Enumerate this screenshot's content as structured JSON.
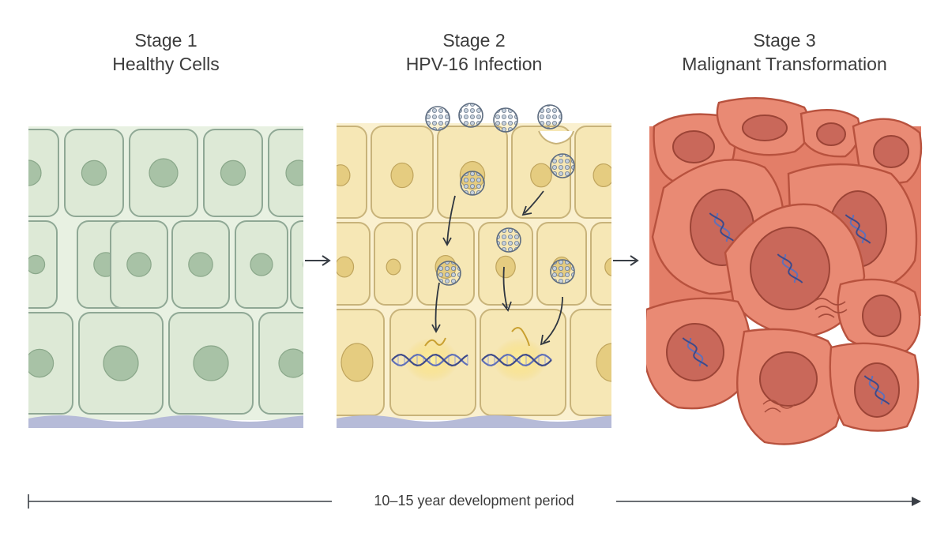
{
  "stages": [
    {
      "number_label": "Stage 1",
      "name": "Healthy Cells"
    },
    {
      "number_label": "Stage 2",
      "name": "HPV-16 Infection"
    },
    {
      "number_label": "Stage 3",
      "name": "Malignant Transformation"
    }
  ],
  "timeline": {
    "label": "10–15 year development period"
  },
  "colors": {
    "healthy_fill": "#dde9d6",
    "healthy_stroke": "#8fa895",
    "healthy_nucleus": "#a8c2a6",
    "infected_fill": "#f6e7b5",
    "infected_stroke": "#c8b37a",
    "infected_nucleus": "#e5cc80",
    "virus": "#9aaabb",
    "malignant_fill": "#e98a74",
    "malignant_stroke": "#b8523e",
    "malignant_nucleus": "#c9685a",
    "dna": "#6070b8",
    "basement": "#b6bbd8"
  }
}
